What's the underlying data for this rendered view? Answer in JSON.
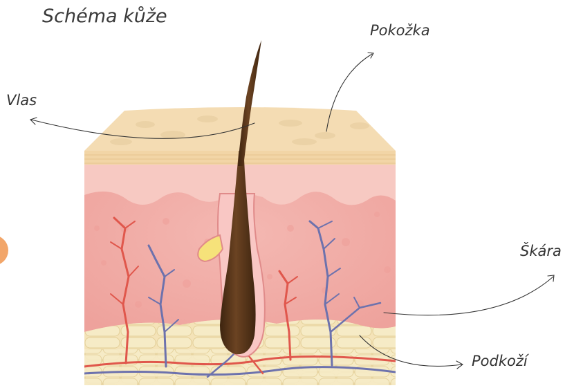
{
  "title": "Schéma kůže",
  "labels": {
    "epidermis": "Pokožka",
    "hair": "Vlas",
    "dermis": "Škára",
    "hypodermis": "Podkoží"
  },
  "colors": {
    "epidermis": "#f3d8ae",
    "dermis": "#f2b3ae",
    "hypodermis": "#f4e3b8",
    "hair": "#5a3719",
    "artery": "#e0574c",
    "vein": "#6d72ad",
    "accent": "#f2a66a"
  }
}
